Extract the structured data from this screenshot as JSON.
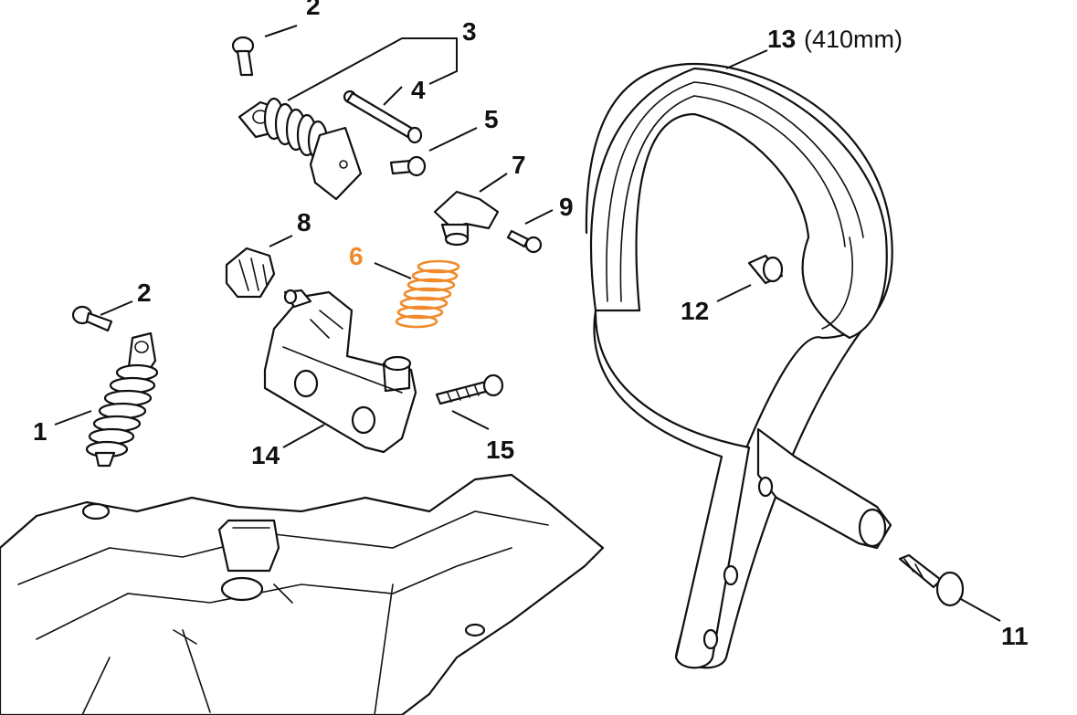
{
  "labels": {
    "p1": "1",
    "p2a": "2",
    "p2b": "2",
    "p3": "3",
    "p4": "4",
    "p5": "5",
    "p6": "6",
    "p7": "7",
    "p8": "8",
    "p9": "9",
    "p11": "11",
    "p12": "12",
    "p13": "13",
    "p13_size": "(410mm)",
    "p14": "14",
    "p15": "15"
  },
  "colors": {
    "highlight": "#f08a2a",
    "line": "#111111",
    "background": "#ffffff"
  }
}
